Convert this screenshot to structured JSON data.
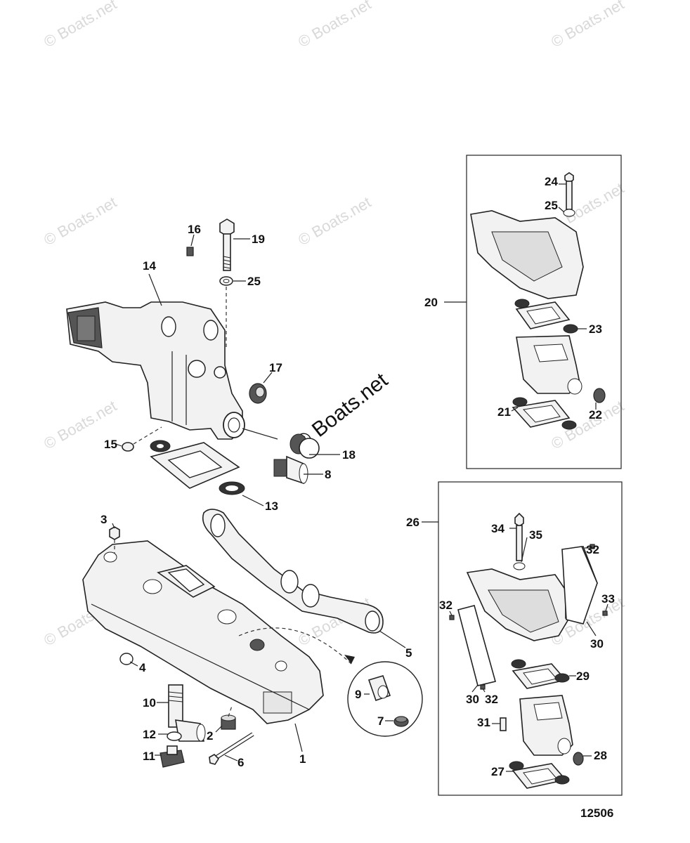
{
  "watermark": "© Boats.net",
  "center_watermark": "© Boats.net",
  "diagram_id": "12506",
  "callouts": {
    "c1": "1",
    "c2": "2",
    "c3": "3",
    "c4": "4",
    "c5": "5",
    "c6": "6",
    "c7": "7",
    "c8": "8",
    "c9": "9",
    "c10": "10",
    "c11": "11",
    "c12": "12",
    "c13": "13",
    "c14": "14",
    "c15": "15",
    "c16": "16",
    "c17": "17",
    "c18": "18",
    "c19": "19",
    "c20": "20",
    "c21": "21",
    "c22": "22",
    "c23": "23",
    "c24": "24",
    "c25a": "25",
    "c25b": "25",
    "c26": "26",
    "c27": "27",
    "c28": "28",
    "c29": "29",
    "c30a": "30",
    "c30b": "30",
    "c31": "31",
    "c32a": "32",
    "c32b": "32",
    "c32c": "32",
    "c33": "33",
    "c34": "34",
    "c35": "35"
  }
}
